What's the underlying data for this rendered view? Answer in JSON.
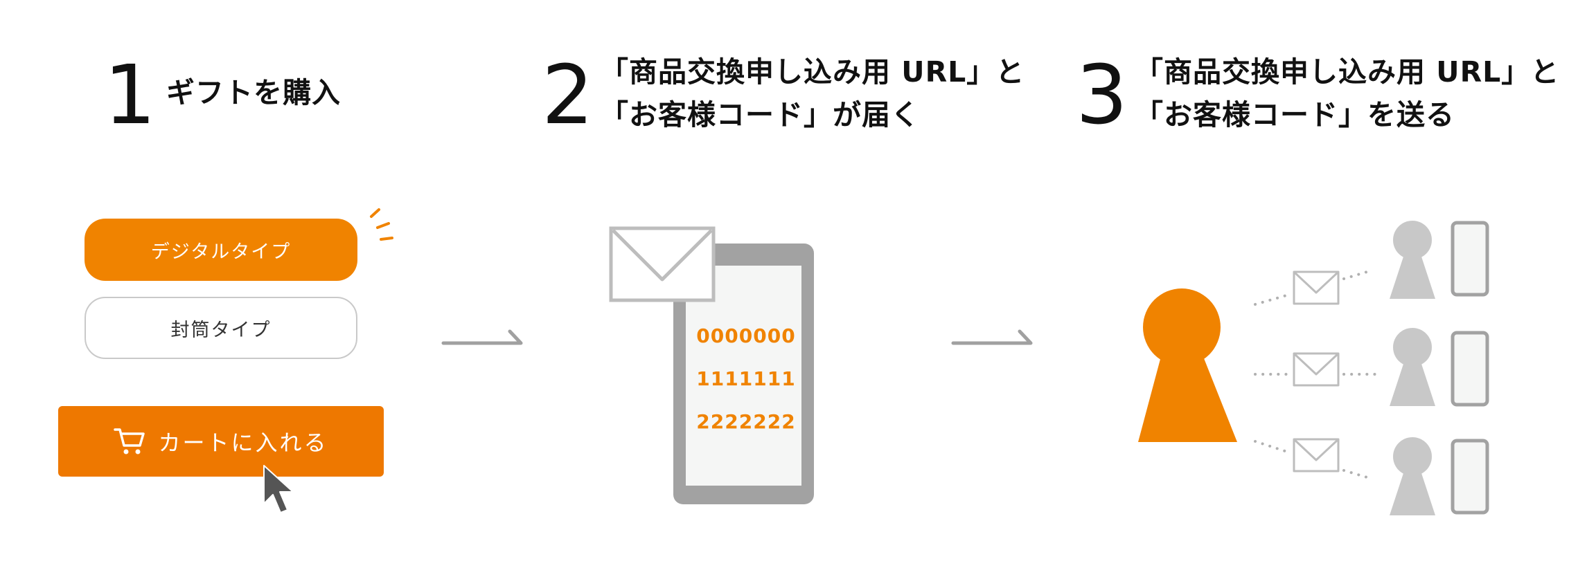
{
  "steps": [
    {
      "number": "1",
      "title_lines": [
        "ギフトを購入"
      ]
    },
    {
      "number": "2",
      "title_lines": [
        "「商品交換申し込み用 URL」と",
        "「お客様コード」が届く"
      ]
    },
    {
      "number": "3",
      "title_lines": [
        "「商品交換申し込み用 URL」と",
        "「お客様コード」を送る"
      ]
    }
  ],
  "purchase": {
    "options": [
      "デジタルタイプ",
      "封筒タイプ"
    ],
    "cart_label": "カートに入れる"
  },
  "codes": [
    "0000000",
    "1111111",
    "2222222"
  ],
  "colors": {
    "accent": "#f08300",
    "gray": "#a0a0a0",
    "light_gray": "#c8c8c8"
  }
}
